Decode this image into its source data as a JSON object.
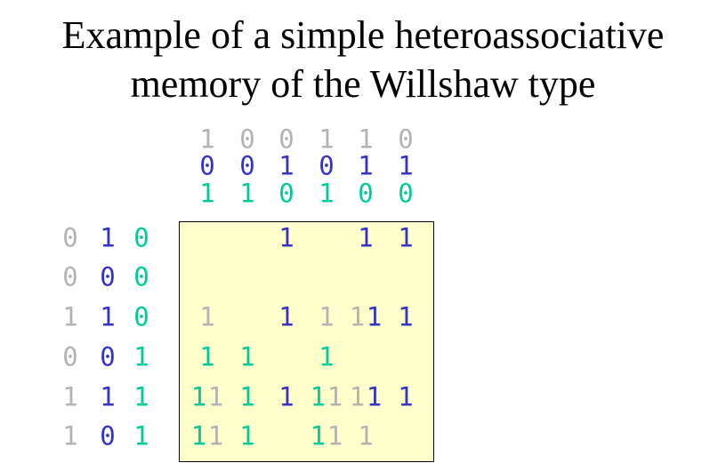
{
  "title": {
    "line1": "Example of a simple heteroassociative",
    "line2": "memory of the Willshaw type"
  },
  "colors": {
    "gray": "#b3b3b3",
    "blue": "#3333cc",
    "green": "#00cc99"
  },
  "layer_order": [
    "green",
    "gray",
    "blue"
  ],
  "output_patterns": {
    "gray": [
      1,
      0,
      0,
      1,
      1,
      0
    ],
    "blue": [
      0,
      0,
      1,
      0,
      1,
      1
    ],
    "green": [
      1,
      1,
      0,
      1,
      0,
      0
    ]
  },
  "input_patterns": {
    "gray": [
      0,
      0,
      1,
      0,
      1,
      1
    ],
    "blue": [
      1,
      0,
      1,
      0,
      1,
      0
    ],
    "green": [
      0,
      0,
      0,
      1,
      1,
      1
    ]
  },
  "matrix_symbol": "1"
}
